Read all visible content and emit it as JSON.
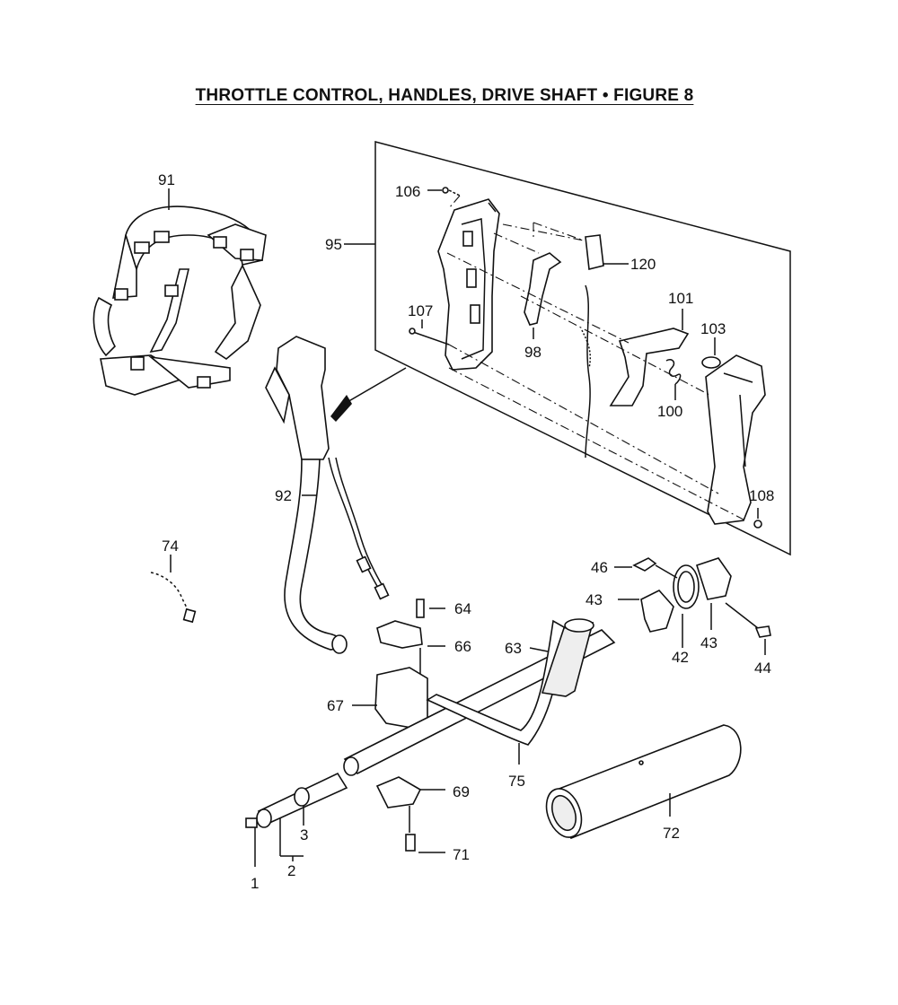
{
  "title": "THROTTLE CONTROL, HANDLES, DRIVE SHAFT  •  FIGURE 8",
  "callouts": {
    "c1": "1",
    "c2": "2",
    "c3": "3",
    "c42": "42",
    "c43a": "43",
    "c43b": "43",
    "c44": "44",
    "c46": "46",
    "c63": "63",
    "c64": "64",
    "c66": "66",
    "c67": "67",
    "c69": "69",
    "c71": "71",
    "c72": "72",
    "c74": "74",
    "c75": "75",
    "c91": "91",
    "c92": "92",
    "c95": "95",
    "c98": "98",
    "c100": "100",
    "c101": "101",
    "c103": "103",
    "c106": "106",
    "c107": "107",
    "c108": "108",
    "c120": "120"
  }
}
